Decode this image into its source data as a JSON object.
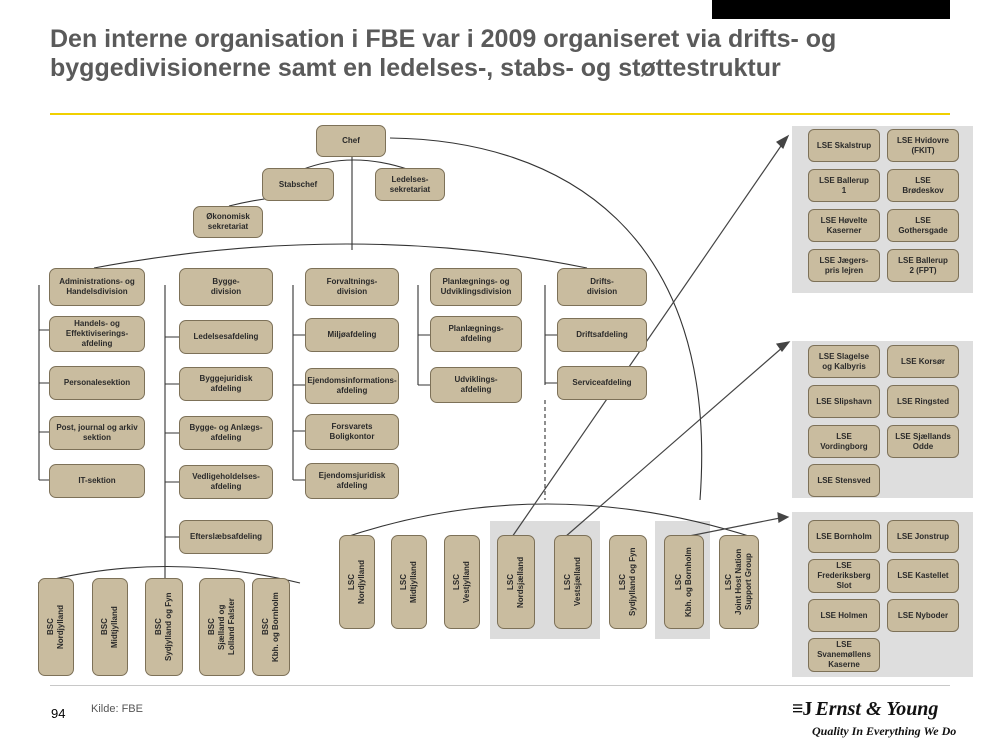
{
  "slide": {
    "title_line1": "Den interne organisation i FBE var i 2009 organiseret via drifts- og",
    "title_line2": "byggedivisionerne samt en ledelses-, stabs- og støttestruktur",
    "page_number": "94",
    "source": "Kilde: FBE"
  },
  "logo": {
    "mark": "≡J",
    "name": "Ernst & Young",
    "tagline": "Quality In Everything We Do"
  },
  "org": {
    "chef": "Chef",
    "stabschef": "Stabschef",
    "ledelsessekretariat": "Ledelses-\nsekretariat",
    "okonomisk": "Økonomisk\nsekretariat",
    "divisions": [
      {
        "name": "Administrations- og\nHandelsdivision",
        "units": [
          "Handels- og\nEffektiviserings-\nafdeling",
          "Personalesektion",
          "Post, journal og arkiv\nsektion",
          "IT-sektion"
        ]
      },
      {
        "name": "Bygge-\ndivision",
        "units": [
          "Ledelsesafdeling",
          "Byggejuridisk\nafdeling",
          "Bygge- og Anlægs-\nafdeling",
          "Vedligeholdelses-\nafdeling",
          "Efterslæbsafdeling"
        ]
      },
      {
        "name": "Forvaltnings-\ndivision",
        "units": [
          "Miljøafdeling",
          "Ejendomsinformations-\nafdeling",
          "Forsvarets\nBoligkontor",
          "Ejendomsjuridisk\nafdeling"
        ]
      },
      {
        "name": "Planlægnings- og\nUdviklingsdivision",
        "units": [
          "Planlægnings-\nafdeling",
          "Udviklings-\nafdeling"
        ]
      },
      {
        "name": "Drifts-\ndivision",
        "units": [
          "Driftsafdeling",
          "Serviceafdeling"
        ]
      }
    ],
    "bsc": [
      "BSC\nNordjylland",
      "BSC\nMidtjylland",
      "BSC\nSydjylland og Fyn",
      "BSC\nSjælland og\nLolland Falster",
      "BSC\nKbh. og Bornholm"
    ],
    "lsc": [
      "LSC\nNordjylland",
      "LSC\nMidtjylland",
      "LSC\nVestjylland",
      "LSC\nNordsjælland",
      "LSC\nVestsjælland",
      "LSC\nSydjylland og Fyn",
      "LSC\nKbh. og Bornholm",
      "LSC\nJoint Host Nation\nSupport Group"
    ]
  },
  "lse_groups": [
    {
      "items": [
        "LSE Skalstrup",
        "LSE Hvidovre\n(FKIT)",
        "LSE Ballerup\n1",
        "LSE\nBrødeskov",
        "LSE Høvelte\nKaserner",
        "LSE\nGothersgade",
        "LSE Jægers-\npris lejren",
        "LSE Ballerup\n2 (FPT)"
      ]
    },
    {
      "items": [
        "LSE Slagelse\nog Kalbyris",
        "LSE Korsør",
        "LSE Slipshavn",
        "LSE Ringsted",
        "LSE\nVordingborg",
        "LSE Sjællands\nOdde",
        "LSE Stensved"
      ]
    },
    {
      "items": [
        "LSE Bornholm",
        "LSE Jonstrup",
        "LSE\nFrederiksberg\nSlot",
        "LSE Kastellet",
        "LSE Holmen",
        "LSE Nyboder",
        "LSE\nSvanemøllens\nKaserne"
      ]
    }
  ]
}
